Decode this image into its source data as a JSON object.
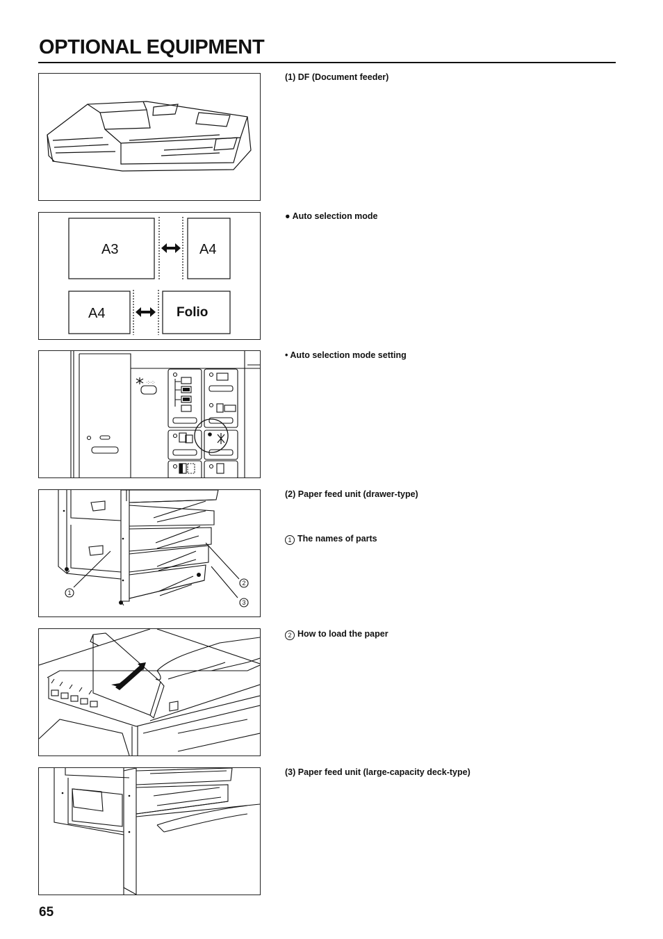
{
  "page": {
    "title": "OPTIONAL EQUIPMENT",
    "page_number": "65"
  },
  "captions": [
    {
      "text": "(1) DF (Document feeder)"
    },
    {
      "bullet": "●",
      "text": "Auto selection mode"
    },
    {
      "bullet": "•",
      "text": "Auto selection mode setting"
    },
    {
      "text": "(2) Paper feed unit (drawer-type)"
    },
    {
      "num": "1",
      "text": "The names of parts"
    },
    {
      "num": "2",
      "text": "How to load the paper"
    },
    {
      "text": "(3) Paper feed unit (large-capacity deck-type)"
    }
  ],
  "figures": {
    "paper_sizes": {
      "a3": "A3",
      "a4_top": "A4",
      "a4_bottom": "A4",
      "folio": "Folio"
    },
    "callouts": [
      "1",
      "2",
      "3"
    ]
  }
}
